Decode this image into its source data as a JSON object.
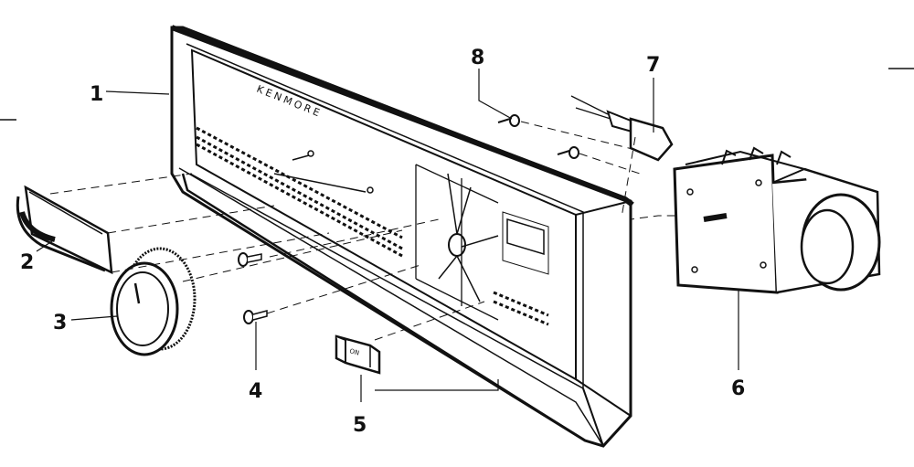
{
  "callouts": [
    {
      "id": "1",
      "label": "1"
    },
    {
      "id": "2",
      "label": "2"
    },
    {
      "id": "3",
      "label": "3"
    },
    {
      "id": "4",
      "label": "4"
    },
    {
      "id": "5",
      "label": "5"
    },
    {
      "id": "6",
      "label": "6"
    },
    {
      "id": "7",
      "label": "7"
    },
    {
      "id": "8",
      "label": "8"
    }
  ],
  "panel": {
    "brand": "KENMORE",
    "switch_label": "ON"
  },
  "colors": {
    "ink": "#111111",
    "paper": "#ffffff"
  }
}
